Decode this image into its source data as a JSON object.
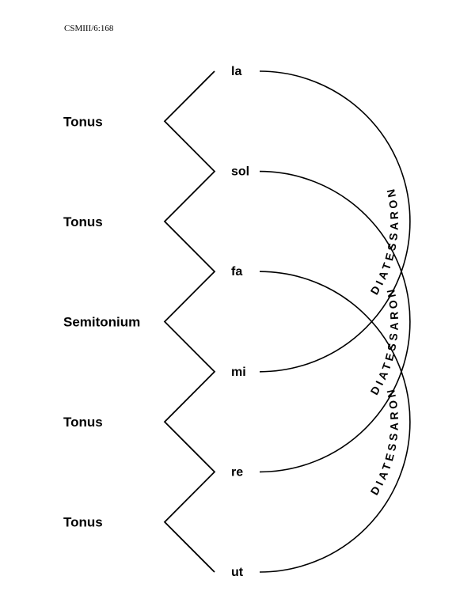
{
  "reference": "CSMIII/6:168",
  "syllables": [
    "la",
    "sol",
    "fa",
    "mi",
    "re",
    "ut"
  ],
  "intervals": [
    "Tonus",
    "Tonus",
    "Semitonium",
    "Tonus",
    "Tonus"
  ],
  "arcs": [
    {
      "from": 0,
      "to": 3,
      "label": "DIATESSARON"
    },
    {
      "from": 1,
      "to": 4,
      "label": "DIATESSARON"
    },
    {
      "from": 2,
      "to": 5,
      "label": "DIATESSARON"
    }
  ]
}
